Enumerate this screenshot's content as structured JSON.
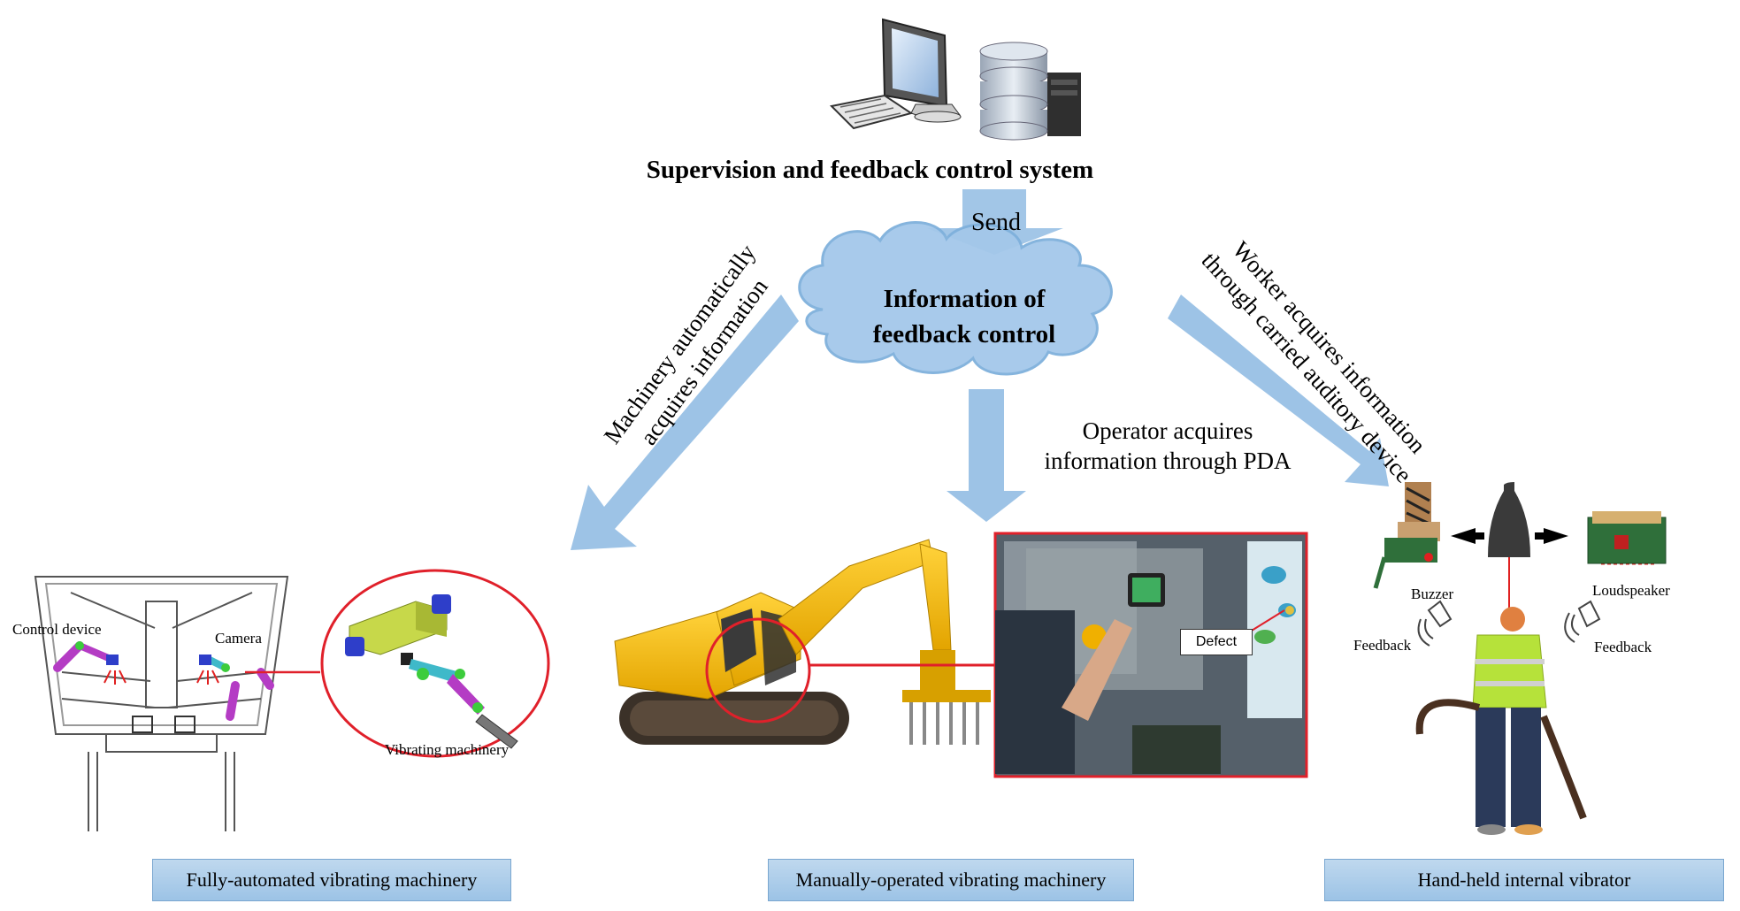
{
  "system": {
    "title": "Supervision and feedback control system",
    "send_label": "Send"
  },
  "cloud": {
    "line1": "Information of",
    "line2": "feedback control"
  },
  "arrows": {
    "left_line1": "Machinery automatically",
    "left_line2": "acquires information",
    "center_line1": "Operator acquires",
    "center_line2": "information through PDA",
    "right_line1": "Worker acquires information",
    "right_line2": "through carried auditory device"
  },
  "left_panel": {
    "control_device": "Control device",
    "camera": "Camera",
    "vibrating_machinery": "Vibrating machinery"
  },
  "center_panel": {
    "defect": "Defect"
  },
  "right_panel": {
    "buzzer": "Buzzer",
    "loudspeaker": "Loudspeaker",
    "feedback_left": "Feedback",
    "feedback_right": "Feedback"
  },
  "captions": {
    "left": "Fully-automated vibrating machinery",
    "center": "Manually-operated vibrating machinery",
    "right": "Hand-held internal vibrator"
  },
  "colors": {
    "arrow_blue": "#9dc3e6",
    "cloud_blue": "#a4c8ea",
    "excavator_yellow": "#f5b800",
    "highlight_red": "#e0202a",
    "vest_green": "#b6e23a"
  }
}
